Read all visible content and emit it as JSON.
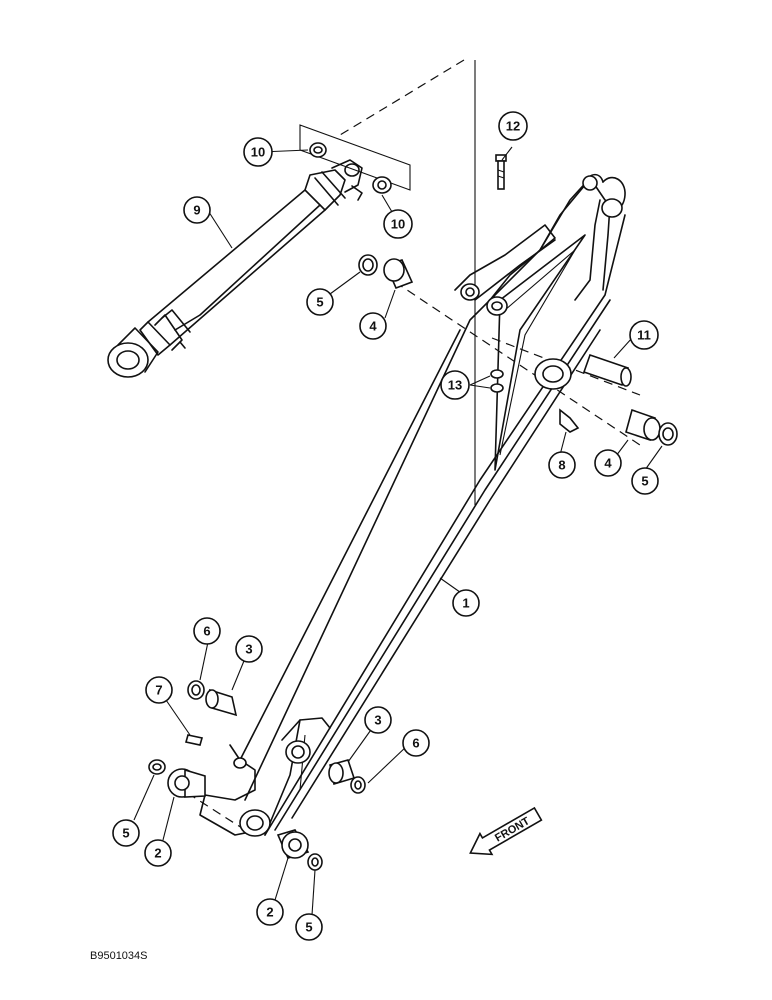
{
  "callouts": [
    {
      "id": "c1",
      "label": "1"
    },
    {
      "id": "c2a",
      "label": "2"
    },
    {
      "id": "c2b",
      "label": "2"
    },
    {
      "id": "c3a",
      "label": "3"
    },
    {
      "id": "c3b",
      "label": "3"
    },
    {
      "id": "c4a",
      "label": "4"
    },
    {
      "id": "c4b",
      "label": "4"
    },
    {
      "id": "c5a",
      "label": "5"
    },
    {
      "id": "c5b",
      "label": "5"
    },
    {
      "id": "c5c",
      "label": "5"
    },
    {
      "id": "c5d",
      "label": "5"
    },
    {
      "id": "c6a",
      "label": "6"
    },
    {
      "id": "c6b",
      "label": "6"
    },
    {
      "id": "c7",
      "label": "7"
    },
    {
      "id": "c8",
      "label": "8"
    },
    {
      "id": "c9",
      "label": "9"
    },
    {
      "id": "c10a",
      "label": "10"
    },
    {
      "id": "c10b",
      "label": "10"
    },
    {
      "id": "c11",
      "label": "11"
    },
    {
      "id": "c12",
      "label": "12"
    },
    {
      "id": "c13",
      "label": "13"
    }
  ],
  "direction_label": "FRONT",
  "drawing_code": "B9501034S"
}
